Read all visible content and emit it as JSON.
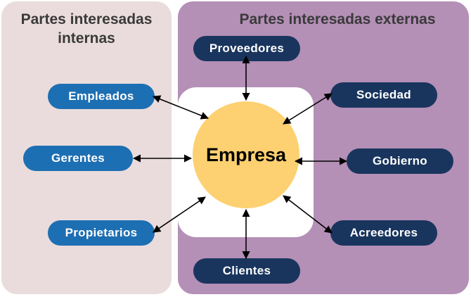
{
  "internal_panel": {
    "title_line1": "Partes interesadas",
    "title_line2": "internas"
  },
  "external_panel": {
    "title": "Partes interesadas externas"
  },
  "center": {
    "label": "Empresa"
  },
  "internal_nodes": [
    "Empleados",
    "Gerentes",
    "Propietarios"
  ],
  "external_nodes": [
    "Proveedores",
    "Sociedad",
    "Gobierno",
    "Acreedores",
    "Clientes"
  ],
  "colors": {
    "internal_panel": "#eadcdc",
    "external_panel": "#b48fb6",
    "internal_node": "#1d6fb3",
    "external_node": "#19355e",
    "center_circle": "#fdd071"
  }
}
